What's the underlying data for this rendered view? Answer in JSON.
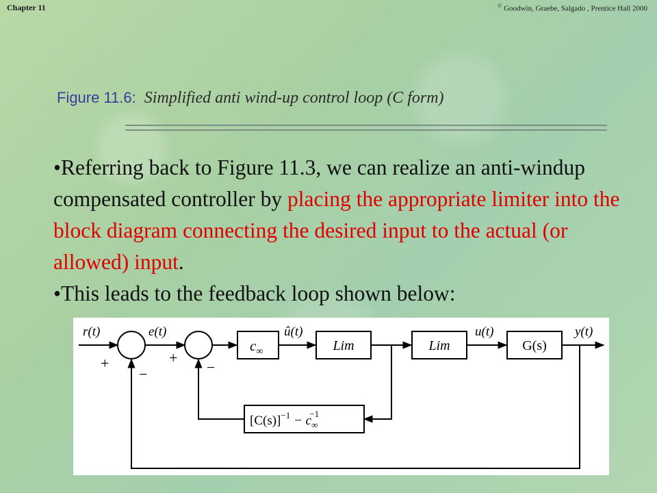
{
  "header": {
    "chapter": "Chapter 11",
    "copyright_symbol": "©",
    "copyright": "Goodwin, Graebe, Salgado , Prentice Hall 2000"
  },
  "figure": {
    "number": "Figure 11.6:",
    "caption": "Simplified anti wind-up control loop (C form)"
  },
  "body": {
    "bullet1": {
      "normal": "•Referring back to Figure 11.3, we can realize an anti-windup compensated controller by ",
      "highlight": "placing the appropriate limiter into the block diagram connecting the desired input to the actual (or allowed) input",
      "end": "."
    },
    "bullet2": "•This leads to the feedback loop shown below:"
  },
  "diagram": {
    "signals": {
      "r": "r(t)",
      "e": "e(t)",
      "uhat": "û(t)",
      "u": "u(t)",
      "y": "y(t)"
    },
    "signs": {
      "plus1": "+",
      "minus1": "−",
      "plus2": "+",
      "minus2": "−"
    },
    "blocks": {
      "cinf_c": "c",
      "cinf_sub": "∞",
      "lim1": "Lim",
      "lim2": "Lim",
      "plant": "G(s)",
      "fb_part1": "[C(s)]",
      "fb_sup1": "−1",
      "fb_minus": " − c",
      "fb_sub": "∞",
      "fb_sup2": "−1"
    }
  }
}
